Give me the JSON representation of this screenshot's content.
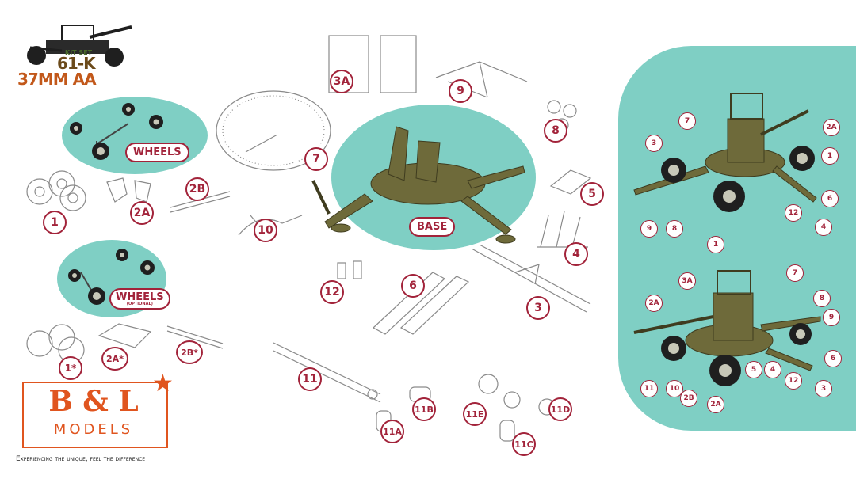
{
  "logo": {
    "kit_set": "KIT SET",
    "model": "61-K",
    "caliber": "37MM AA"
  },
  "panels": {
    "wheels": "WHEELS",
    "wheels_optional_title": "WHEELS",
    "wheels_optional_sub": "(OPTIONAL)",
    "base": "BASE"
  },
  "part_labels": [
    "1",
    "2A",
    "2B",
    "3",
    "3A",
    "4",
    "5",
    "6",
    "7",
    "8",
    "9",
    "10",
    "11",
    "11A",
    "11B",
    "11C",
    "11D",
    "11E",
    "12",
    "1*",
    "2A*",
    "2B*"
  ],
  "right_top_labels": [
    "7",
    "2A",
    "3",
    "1",
    "6",
    "12",
    "4",
    "9",
    "8",
    "1"
  ],
  "right_bottom_labels": [
    "3A",
    "7",
    "8",
    "2A",
    "9",
    "6",
    "11",
    "10",
    "2B",
    "5",
    "4",
    "12",
    "3",
    "2A"
  ],
  "brand": {
    "name": "B & L",
    "models": "MODELS",
    "tagline": "Experiencing the unique, feel the difference"
  },
  "colors": {
    "teal": "#7fcfc4",
    "crimson": "#a2233a",
    "olive": "#6e6a3a",
    "orange": "#e0551f"
  }
}
